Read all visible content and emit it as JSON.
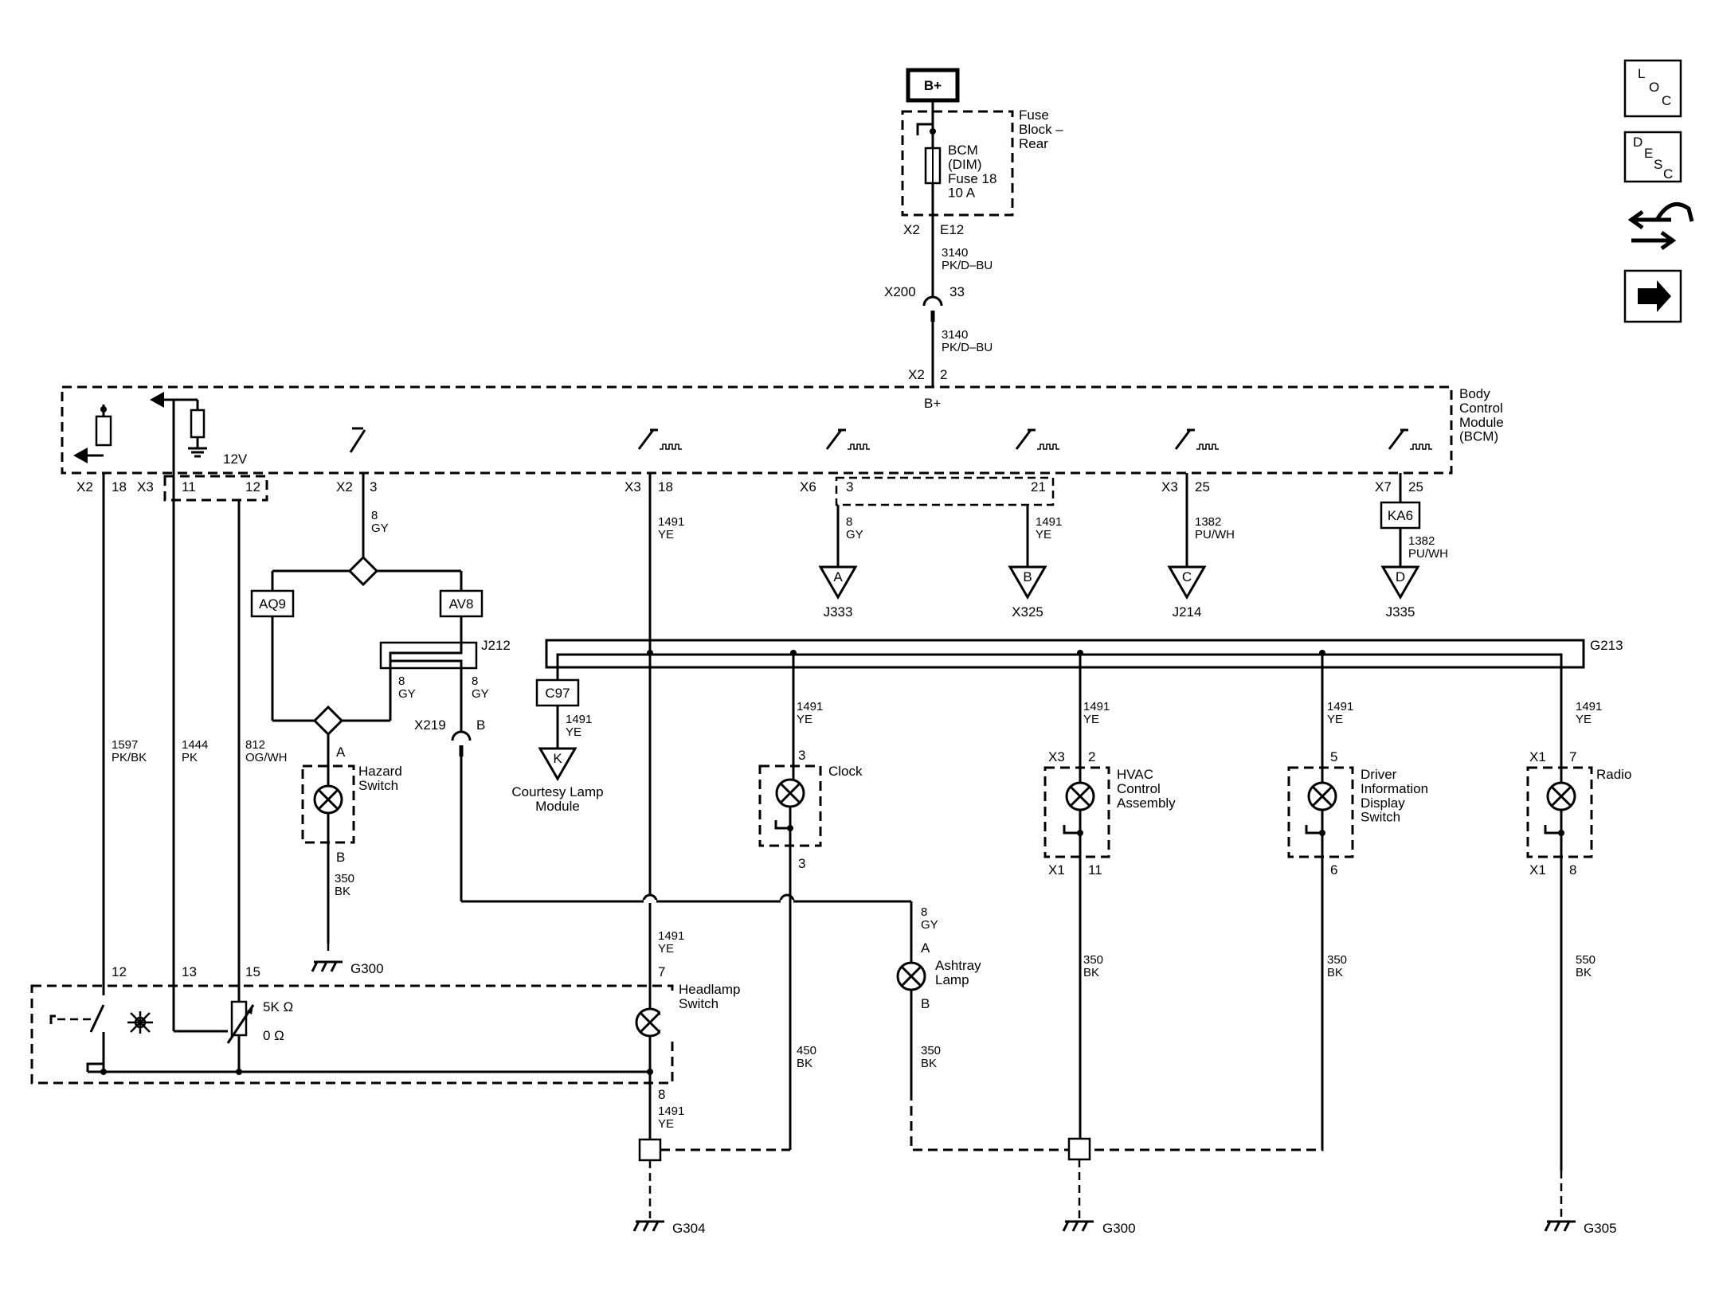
{
  "diagram": {
    "power": {
      "battery_label": "B+",
      "fuse_block": "Fuse\nBlock –\nRear",
      "fuse_desc": "BCM\n(DIM)\nFuse 18\n10 A",
      "fuse_conn_x": "X2",
      "fuse_conn_pin": "E12",
      "wire_top": "3140\nPK/D–BU",
      "splice": "X200",
      "splice_pin": "33",
      "wire_bottom": "3140\nPK/D–BU",
      "bcm_conn": "X2",
      "bcm_pin": "2",
      "bcm_bplus": "B+"
    },
    "bcm": {
      "label": "Body\nControl\nModule\n(BCM)",
      "v12": "12V",
      "pins": [
        {
          "conn": "X2",
          "pin": "18"
        },
        {
          "conn": "X3",
          "pin": "11"
        },
        {
          "conn": "",
          "pin": "12"
        },
        {
          "conn": "X2",
          "pin": "3"
        },
        {
          "conn": "X3",
          "pin": "18"
        },
        {
          "conn": "X6",
          "pin": "3"
        },
        {
          "conn": "",
          "pin": "21"
        },
        {
          "conn": "X3",
          "pin": "25"
        },
        {
          "conn": "X7",
          "pin": "25"
        }
      ]
    },
    "wires": {
      "w1597": "1597\nPK/BK",
      "w1444": "1444\nPK",
      "w812": "812\nOG/WH",
      "w8gy_bcm": "8\nGY",
      "w1491_bcm": "1491\nYE",
      "w8gy_x6": "8\nGY",
      "w1491_21": "1491\nYE",
      "w1382_x3": "1382\nPU/WH",
      "w1382_x7": "1382\nPU/WH",
      "w8gy_hz": "8\nGY",
      "w8gy_j212": "8\nGY",
      "w1491_c97": "1491\nYE",
      "w1491_clock": "1491\nYE",
      "w1491_hvac": "1491\nYE",
      "w1491_dic": "1491\nYE",
      "w1491_radio": "1491\nYE",
      "w350_hz": "350\nBK",
      "w1491_hl": "1491\nYE",
      "w1491_hl_bot": "1491\nYE",
      "w8gy_ash": "8\nGY",
      "w450": "450\nBK",
      "w350_ash": "350\nBK",
      "w350_hvac": "350\nBK",
      "w350_dic": "350\nBK",
      "w550": "550\nBK"
    },
    "off_page": [
      {
        "letter": "A",
        "ref": "J333"
      },
      {
        "letter": "B",
        "ref": "X325"
      },
      {
        "letter": "C",
        "ref": "J214"
      },
      {
        "letter": "D",
        "ref": "J335"
      },
      {
        "letter": "K",
        "ref": "Courtesy Lamp\nModule"
      }
    ],
    "connectors": {
      "aq9": "AQ9",
      "av8": "AV8",
      "ka6": "KA6",
      "c97": "C97",
      "j212": "J212",
      "g213": "G213",
      "x219": "X219",
      "x219_pin": "B"
    },
    "components": {
      "hazard": "Hazard\nSwitch",
      "hazard_pin_a": "A",
      "hazard_pin_b": "B",
      "clock": "Clock",
      "clock_pin_top": "3",
      "clock_pin_bot": "3",
      "hvac": "HVAC\nControl\nAssembly",
      "hvac_conn_top": "X3",
      "hvac_pin_top": "2",
      "hvac_conn_bot": "X1",
      "hvac_pin_bot": "11",
      "dic": "Driver\nInformation\nDisplay\nSwitch",
      "dic_pin_top": "5",
      "dic_pin_bot": "6",
      "radio": "Radio",
      "radio_conn_top": "X1",
      "radio_pin_top": "7",
      "radio_conn_bot": "X1",
      "radio_pin_bot": "8",
      "ashtray": "Ashtray\nLamp",
      "ashtray_pin_a": "A",
      "ashtray_pin_b": "B",
      "headlamp": "Headlamp\nSwitch",
      "hl_pin_12": "12",
      "hl_pin_13": "13",
      "hl_pin_15": "15",
      "hl_pin_7": "7",
      "hl_pin_8": "8",
      "pot_max": "5K Ω",
      "pot_min": "0 Ω"
    },
    "grounds": [
      "G300",
      "G304",
      "G300",
      "G305"
    ],
    "nav_icons": {
      "loc": [
        "L",
        "O",
        "C"
      ],
      "desc": [
        "D",
        "E",
        "S",
        "C"
      ]
    }
  }
}
